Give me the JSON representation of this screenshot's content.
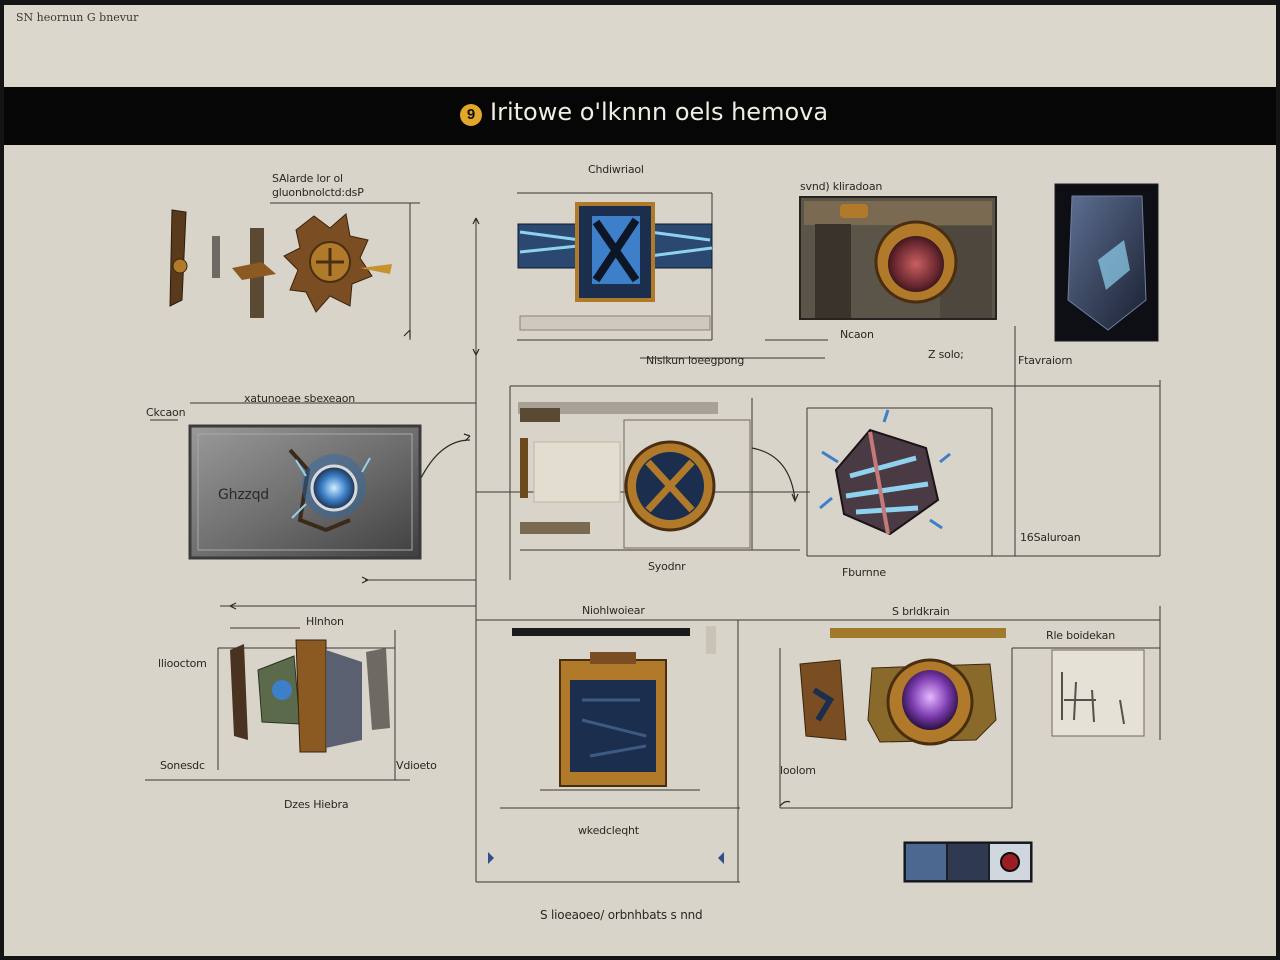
{
  "app": {
    "corner_label": "SN heornun G bnevur"
  },
  "banner": {
    "icon": "9",
    "icon_name": "coin-icon",
    "title": "Iritowe o'lknnn oels  hemova"
  },
  "labels": {
    "top_left_1": "SAlarde lor ol",
    "top_left_2": "gluonbnolctd:dsP",
    "top_center": "Chdiwriaol",
    "top_right": "svnd) kliradoan",
    "caption_a": "Ncaon",
    "caption_b": "Z solo;",
    "caption_c": "Nisikun loeegpong",
    "caption_d": "Ftavraiorn",
    "mid_left_head": "xatunoeae sbexeaon",
    "mid_left_side": "Ckcaon",
    "mid_left_card": "Ghzzqd",
    "mid_center_foot": "Syodnr",
    "mid_right_foot": "Fburnne",
    "mid_right_side": "16Saluroan",
    "low_left_head": "Hlnhon",
    "low_left_side_1": "lliooctom",
    "low_left_side_2": "Sonesdc",
    "low_left_side_3": "Vdioeto",
    "low_left_foot": "Dzes Hiebra",
    "low_center_head": "Niohlwoiear",
    "low_center_foot": "wkedcleqht",
    "low_right_head": "S brldkrain",
    "low_right_side": "Rle boidekan",
    "low_right_foot": "loolom",
    "footer": "S lioeaoeo/ orbnhbats s nnd"
  },
  "palette": {
    "gold": "#b07a2a",
    "bronze": "#7a4e22",
    "blue": "#3d7fc9",
    "ice": "#8fd2f0",
    "purple": "#7c3cb0",
    "slate": "#2f3a52"
  },
  "icons": [
    "spiked-shield-icon",
    "ice-crystal-frame-icon",
    "bronze-portal-icon",
    "dark-card-icon",
    "glowing-orb-icon",
    "gold-compass-icon",
    "crystal-gem-icon",
    "armored-mask-icon",
    "banner-frame-icon",
    "purple-gem-icon",
    "sketch-panel-icon",
    "thumbnail-strip-icon"
  ]
}
